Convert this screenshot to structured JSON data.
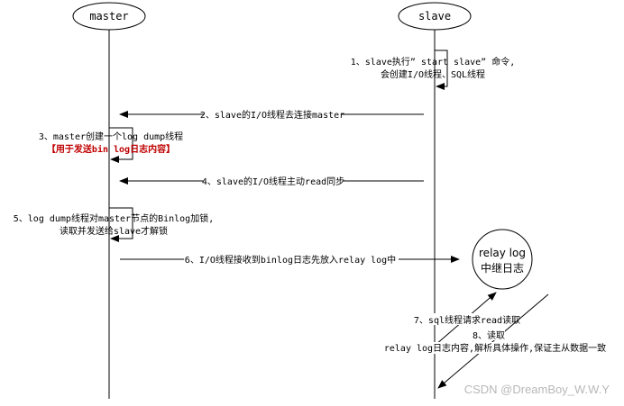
{
  "participants": {
    "master": "master",
    "slave": "slave"
  },
  "relay_log": {
    "line1": "relay log",
    "line2": "中继日志"
  },
  "steps": {
    "s1": {
      "line1": "1、slave执行” start slave” 命令,",
      "line2": "会创建I/O线程、SQL线程"
    },
    "s2": "2、slave的I/O线程去连接master",
    "s3": {
      "line1": "3、master创建一个log dump线程",
      "line2": "【用于发送bin log日志内容】"
    },
    "s4": "4、slave的I/O线程主动read同步",
    "s5": {
      "line1": "5、log dump线程对master节点的Binlog加锁,",
      "line2": "读取并发送给slave才解锁"
    },
    "s6": "6、I/O线程接收到binlog日志先放入relay log中",
    "s7": "7、sql线程请求read读取",
    "s8": {
      "line1": "8、读取",
      "line2": "relay log日志内容,解析具体操作,保证主从数据一致"
    }
  },
  "watermark": "CSDN @DreamBoy_W.W.Y",
  "colors": {
    "line": "#000000",
    "highlight": "#c00000",
    "watermark": "#b8b8b8"
  }
}
